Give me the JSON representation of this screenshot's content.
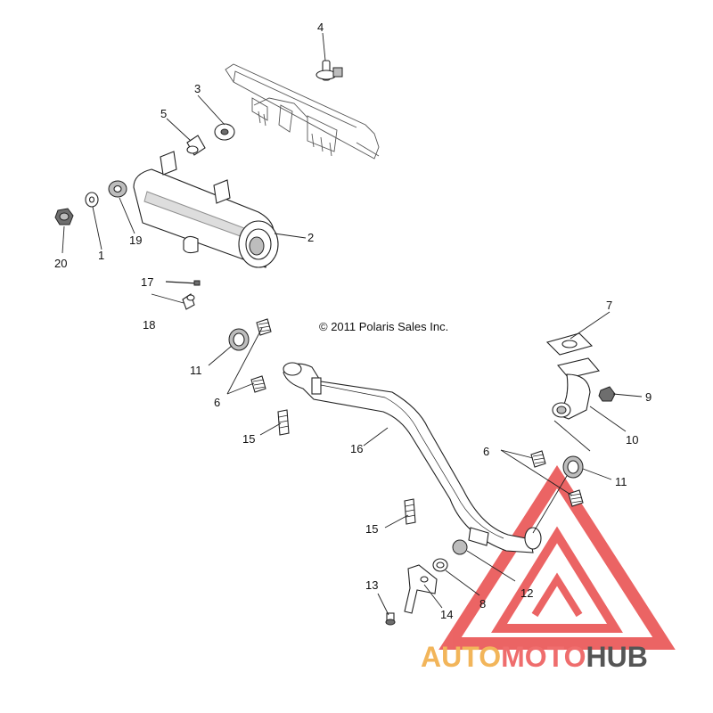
{
  "diagram": {
    "copyright": "© 2011 Polaris Sales Inc.",
    "callouts": [
      {
        "id": "c4",
        "text": "4"
      },
      {
        "id": "c3",
        "text": "3"
      },
      {
        "id": "c5",
        "text": "5"
      },
      {
        "id": "c2",
        "text": "2"
      },
      {
        "id": "c20",
        "text": "20"
      },
      {
        "id": "c1",
        "text": "1"
      },
      {
        "id": "c19",
        "text": "19"
      },
      {
        "id": "c17",
        "text": "17"
      },
      {
        "id": "c18",
        "text": "18"
      },
      {
        "id": "c11a",
        "text": "11"
      },
      {
        "id": "c6a",
        "text": "6"
      },
      {
        "id": "c15a",
        "text": "15"
      },
      {
        "id": "c16",
        "text": "16"
      },
      {
        "id": "c7",
        "text": "7"
      },
      {
        "id": "c9",
        "text": "9"
      },
      {
        "id": "c10",
        "text": "10"
      },
      {
        "id": "c6b",
        "text": "6"
      },
      {
        "id": "c11b",
        "text": "11"
      },
      {
        "id": "c15b",
        "text": "15"
      },
      {
        "id": "c12",
        "text": "12"
      },
      {
        "id": "c13",
        "text": "13"
      },
      {
        "id": "c14",
        "text": "14"
      },
      {
        "id": "c8",
        "text": "8"
      }
    ]
  },
  "watermark": {
    "part1": "AUTO",
    "part2": "MOTO",
    "part3": "HUB",
    "colors": {
      "auto": "#f2b55a",
      "moto": "#ef6d6d",
      "hub": "#555555",
      "logo": "#e84a4a"
    }
  }
}
